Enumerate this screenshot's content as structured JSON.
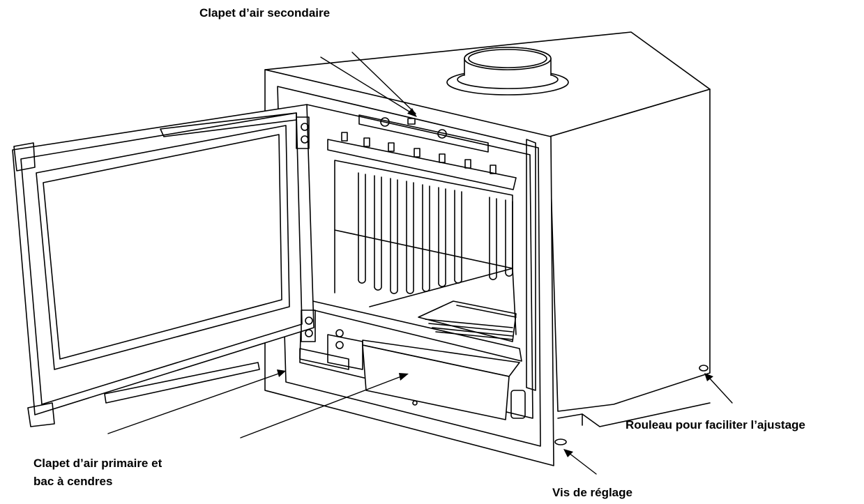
{
  "labels": {
    "secondary_air": "Clapet d’air secondaire",
    "primary_air_line1": "Clapet d’air primaire et",
    "primary_air_line2": "bac à cendres",
    "roller": "Rouleau pour faciliter l’ajustage",
    "adjust_screw": "Vis de réglage"
  },
  "colors": {
    "line": "#000000",
    "background": "#ffffff"
  }
}
